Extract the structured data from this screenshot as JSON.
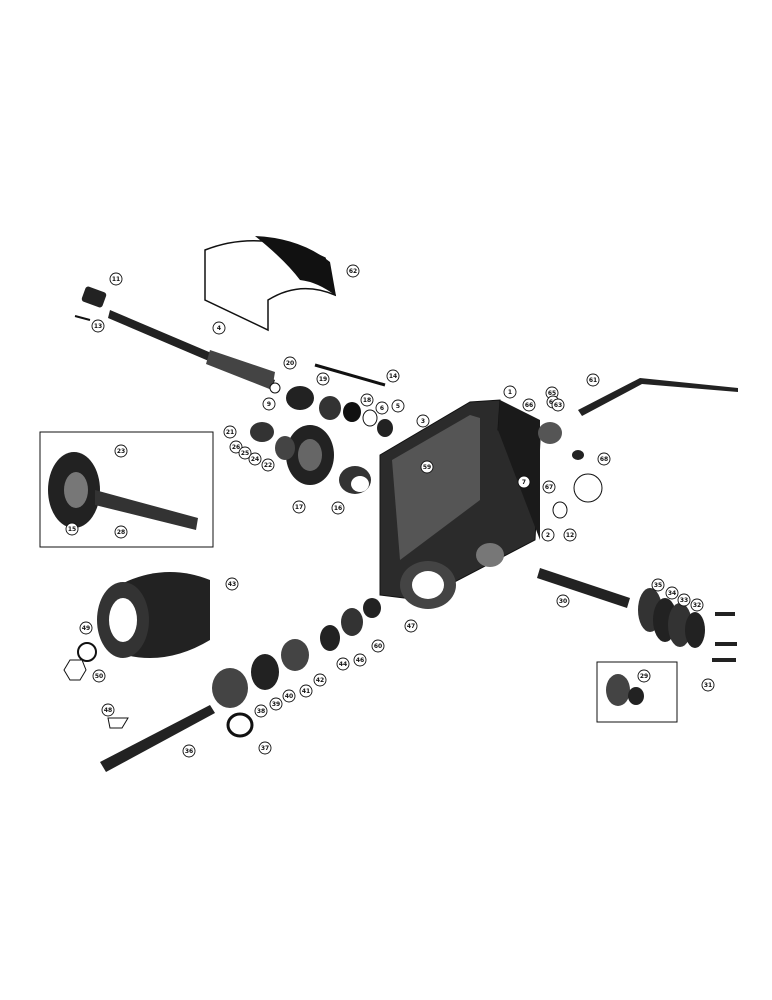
{
  "diagram": {
    "callouts": [
      {
        "label": "11"
      },
      {
        "label": "13"
      },
      {
        "label": "4"
      },
      {
        "label": "62"
      },
      {
        "label": "20"
      },
      {
        "label": "19"
      },
      {
        "label": "9"
      },
      {
        "label": "14"
      },
      {
        "label": "18"
      },
      {
        "label": "6"
      },
      {
        "label": "5"
      },
      {
        "label": "3"
      },
      {
        "label": "1"
      },
      {
        "label": "61"
      },
      {
        "label": "65"
      },
      {
        "label": "64"
      },
      {
        "label": "66"
      },
      {
        "label": "63"
      },
      {
        "label": "21"
      },
      {
        "label": "26"
      },
      {
        "label": "25"
      },
      {
        "label": "24"
      },
      {
        "label": "22"
      },
      {
        "label": "17"
      },
      {
        "label": "23"
      },
      {
        "label": "15"
      },
      {
        "label": "28"
      },
      {
        "label": "16"
      },
      {
        "label": "59"
      },
      {
        "label": "7"
      },
      {
        "label": "2"
      },
      {
        "label": "12"
      },
      {
        "label": "68"
      },
      {
        "label": "67"
      },
      {
        "label": "43"
      },
      {
        "label": "47"
      },
      {
        "label": "60"
      },
      {
        "label": "49"
      },
      {
        "label": "50"
      },
      {
        "label": "46"
      },
      {
        "label": "44"
      },
      {
        "label": "42"
      },
      {
        "label": "41"
      },
      {
        "label": "40"
      },
      {
        "label": "39"
      },
      {
        "label": "38"
      },
      {
        "label": "37"
      },
      {
        "label": "48"
      },
      {
        "label": "36"
      },
      {
        "label": "35"
      },
      {
        "label": "34"
      },
      {
        "label": "33"
      },
      {
        "label": "32"
      },
      {
        "label": "31"
      },
      {
        "label": "30"
      },
      {
        "label": "29"
      }
    ]
  }
}
